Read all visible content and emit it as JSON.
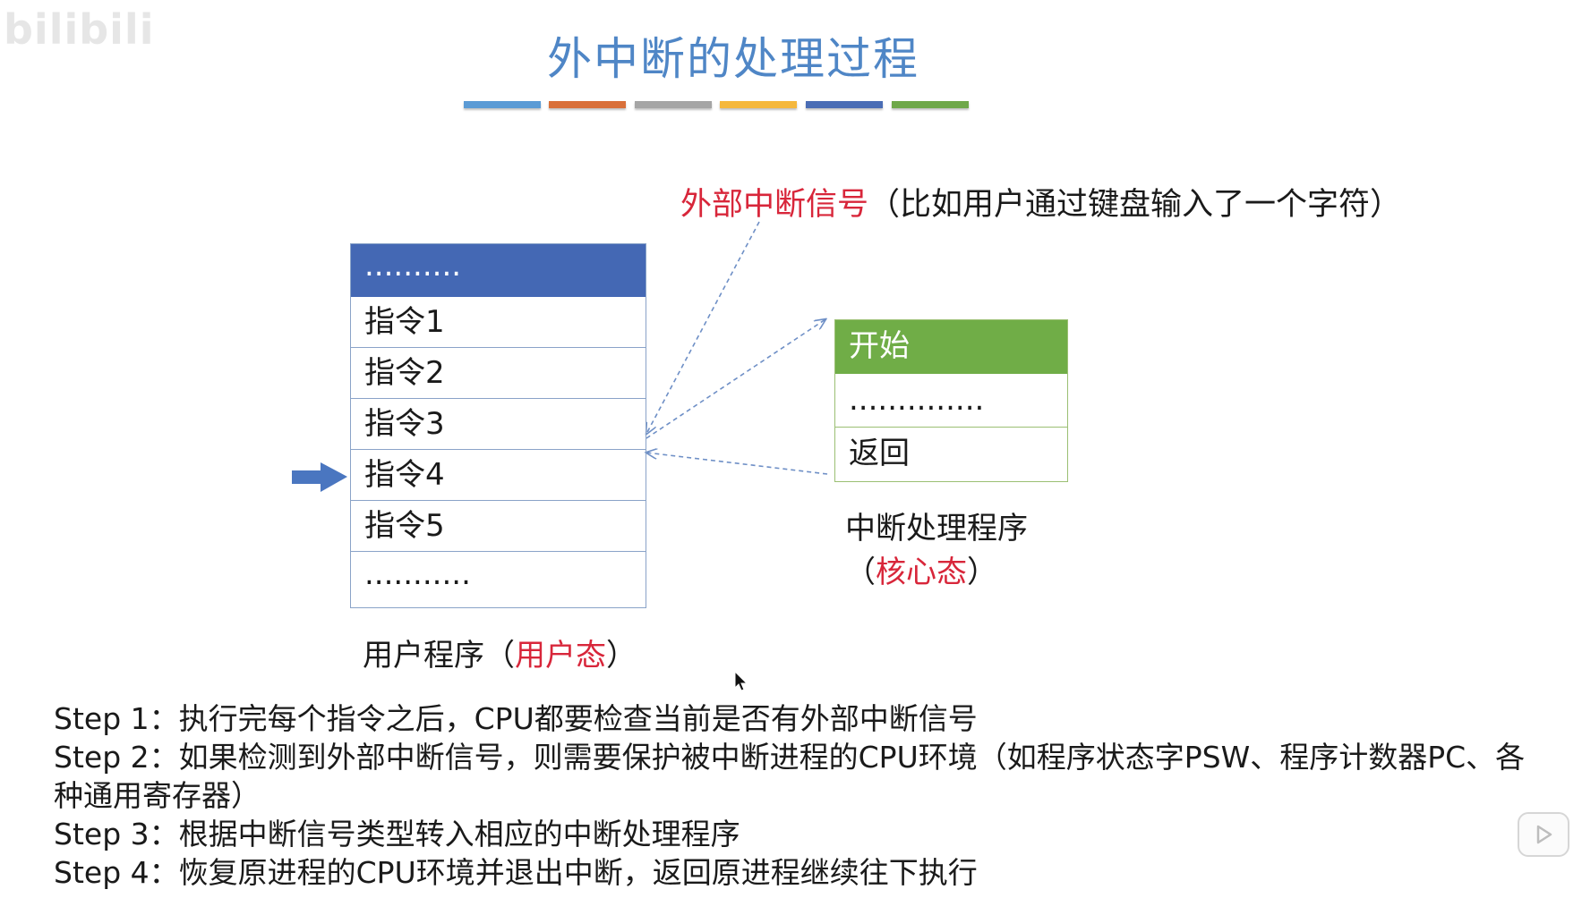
{
  "watermark": "bilibili",
  "title": "外中断的处理过程",
  "title_bar_colors": [
    "#5b9bd5",
    "#d9703a",
    "#a5a5a5",
    "#f5b83d",
    "#4a6db5",
    "#6fa84a"
  ],
  "signal": {
    "label": "外部中断信号",
    "note": "（比如用户通过键盘输入了一个字符）"
  },
  "user_program": {
    "rows": [
      "..........",
      "指令1",
      "指令2",
      "指令3",
      "指令4",
      "指令5",
      "..........."
    ],
    "current_row_index": 4,
    "caption_prefix": "用户程序（",
    "caption_mode": "用户态",
    "caption_suffix": "）"
  },
  "handler": {
    "rows": [
      "开始",
      "..............",
      "返回"
    ],
    "caption_line1": "中断处理程序",
    "caption_prefix": "（",
    "caption_mode": "核心态",
    "caption_suffix": "）"
  },
  "steps": [
    "Step 1：执行完每个指令之后，CPU都要检查当前是否有外部中断信号",
    "Step 2：如果检测到外部中断信号，则需要保护被中断进程的CPU环境（如程序状态字PSW、程序计数器PC、各种通用寄存器）",
    "Step 3：根据中断信号类型转入相应的中断处理程序",
    "Step 4：恢复原进程的CPU环境并退出中断，返回原进程继续往下执行"
  ],
  "colors": {
    "title": "#4f86c6",
    "highlight_red": "#d8263a",
    "program_header": "#4468b4",
    "handler_header": "#70ad47",
    "arrow": "#4a76c0"
  }
}
